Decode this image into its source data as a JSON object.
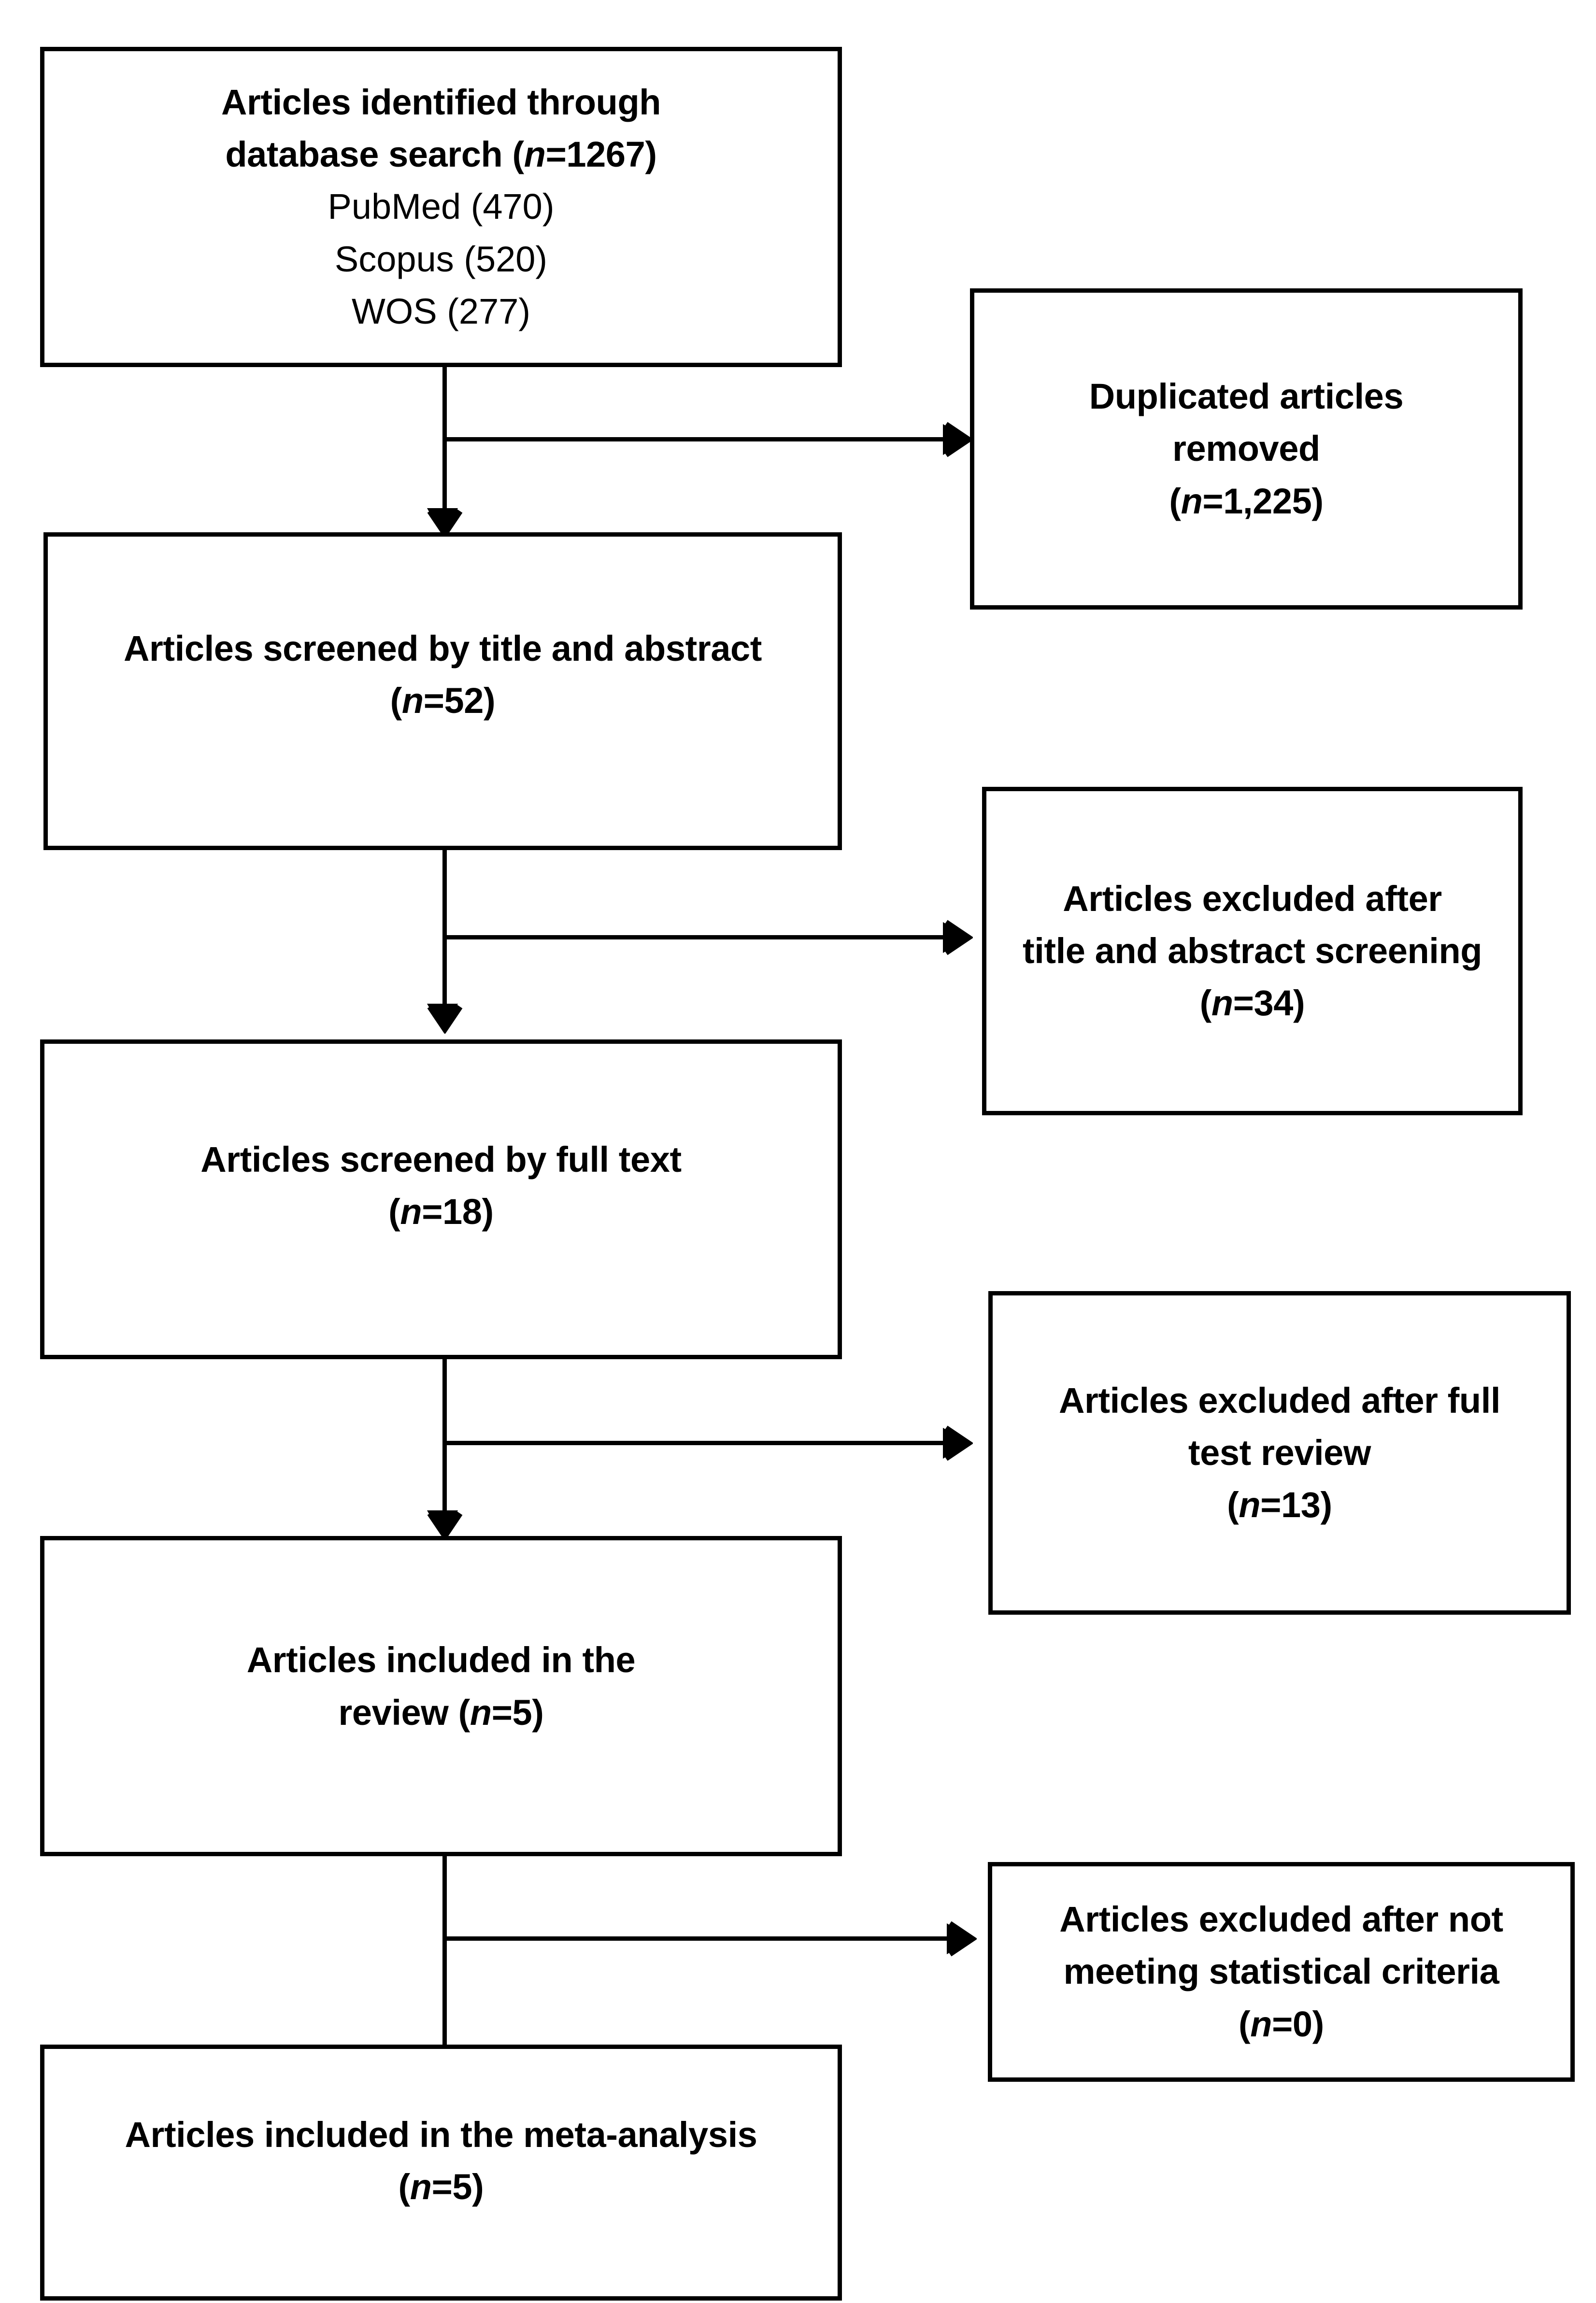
{
  "diagram": {
    "type": "prisma-flow-diagram",
    "stroke_color": "#000000",
    "background_color": "#ffffff"
  },
  "boxes": {
    "identified": {
      "id": "articles-identified",
      "lines": [
        {
          "text": "Articles identified through",
          "bold": true
        },
        {
          "text": "database search (n=1267)",
          "bold": true,
          "italic_token": "n"
        },
        {
          "text": "PubMed (470)",
          "bold": false
        },
        {
          "text": "Scopus (520)",
          "bold": false
        },
        {
          "text": "WOS (277)",
          "bold": false
        }
      ],
      "counts": {
        "total": 1267,
        "PubMed": 470,
        "Scopus": 520,
        "WOS": 277
      }
    },
    "duplicates_removed": {
      "id": "duplicated-articles-removed",
      "lines": [
        {
          "text": "Duplicated articles",
          "bold": true
        },
        {
          "text": "removed",
          "bold": true
        },
        {
          "text": "(n=1,225)",
          "bold": true,
          "italic_token": "n"
        }
      ],
      "count": 1225
    },
    "screened_title_abstract": {
      "id": "articles-screened-title-abstract",
      "lines": [
        {
          "text": "Articles screened by title and abstract",
          "bold": true
        },
        {
          "text": "(n=52)",
          "bold": true,
          "italic_token": "n"
        }
      ],
      "count": 52
    },
    "excluded_title_abstract": {
      "id": "articles-excluded-title-abstract",
      "lines": [
        {
          "text": "Articles excluded after",
          "bold": true
        },
        {
          "text": "title and abstract screening",
          "bold": true
        },
        {
          "text": "(n=34)",
          "bold": true,
          "italic_token": "n"
        }
      ],
      "count": 34
    },
    "screened_full_text": {
      "id": "articles-screened-full-text",
      "lines": [
        {
          "text": "Articles screened by full text",
          "bold": true
        },
        {
          "text": "(n=18)",
          "bold": true,
          "italic_token": "n"
        }
      ],
      "count": 18
    },
    "excluded_full_text": {
      "id": "articles-excluded-full-text",
      "lines": [
        {
          "text": "Articles excluded after full",
          "bold": true
        },
        {
          "text": "test review",
          "bold": true
        },
        {
          "text": "(n=13)",
          "bold": true,
          "italic_token": "n"
        }
      ],
      "count": 13
    },
    "included_review": {
      "id": "articles-included-review",
      "lines": [
        {
          "text": "Articles included in the",
          "bold": true
        },
        {
          "text": "review (n=5)",
          "bold": true,
          "italic_token": "n"
        }
      ],
      "count": 5
    },
    "excluded_statistical": {
      "id": "articles-excluded-statistical-criteria",
      "lines": [
        {
          "text": "Articles excluded after not",
          "bold": true
        },
        {
          "text": "meeting statistical criteria",
          "bold": true
        },
        {
          "text": "(n=0)",
          "bold": true,
          "italic_token": "n"
        }
      ],
      "count": 0
    },
    "included_meta": {
      "id": "articles-included-meta-analysis",
      "lines": [
        {
          "text": "Articles included in the meta-analysis",
          "bold": true
        },
        {
          "text": "(n=5)",
          "bold": true,
          "italic_token": "n"
        }
      ],
      "count": 5
    }
  },
  "text": {
    "identified_l1": "Articles identified through",
    "identified_l2_a": "database search (",
    "identified_l2_n": "n",
    "identified_l2_b": "=1267)",
    "identified_l3": "PubMed (470)",
    "identified_l4": "Scopus (520)",
    "identified_l5": "WOS (277)",
    "dup_l1": "Duplicated articles",
    "dup_l2": "removed",
    "dup_l3_a": "(",
    "dup_l3_n": "n",
    "dup_l3_b": "=1,225)",
    "scr_ta_l1": "Articles screened by title and abstract",
    "scr_ta_l2_a": "(",
    "scr_ta_l2_n": "n",
    "scr_ta_l2_b": "=52)",
    "exc_ta_l1": "Articles excluded after",
    "exc_ta_l2": "title and abstract screening",
    "exc_ta_l3_a": "(",
    "exc_ta_l3_n": "n",
    "exc_ta_l3_b": "=34)",
    "scr_ft_l1": "Articles screened by full text",
    "scr_ft_l2_a": "(",
    "scr_ft_l2_n": "n",
    "scr_ft_l2_b": "=18)",
    "exc_ft_l1": "Articles excluded after full",
    "exc_ft_l2": "test review",
    "exc_ft_l3_a": "(",
    "exc_ft_l3_n": "n",
    "exc_ft_l3_b": "=13)",
    "inc_rv_l1": "Articles included in the",
    "inc_rv_l2_a": "review (",
    "inc_rv_l2_n": "n",
    "inc_rv_l2_b": "=5)",
    "exc_st_l1": "Articles excluded after not",
    "exc_st_l2": "meeting statistical criteria",
    "exc_st_l3_a": "(",
    "exc_st_l3_n": "n",
    "exc_st_l3_b": "=0)",
    "inc_ma_l1": "Articles included in the meta-analysis",
    "inc_ma_l2_a": "(",
    "inc_ma_l2_n": "n",
    "inc_ma_l2_b": "=5)"
  }
}
